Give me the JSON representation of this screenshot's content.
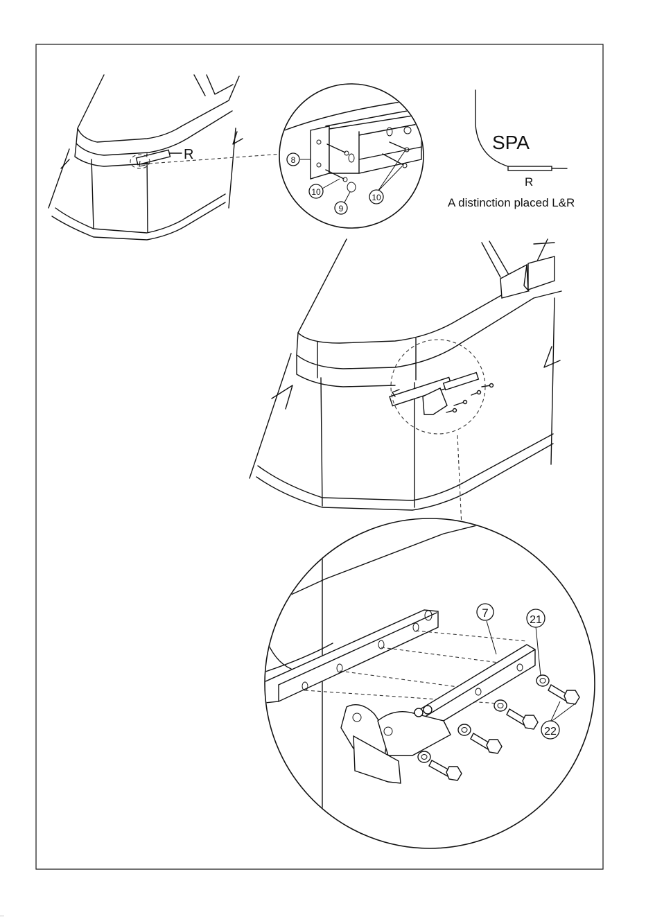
{
  "labels": {
    "r_top_left": "R",
    "spa_title": "SPA",
    "spa_r": "R",
    "distinction_note": "A distinction placed L&R"
  },
  "part_numbers": {
    "top_detail": [
      "8",
      "10",
      "9",
      "10"
    ],
    "bottom_detail": [
      "7",
      "21",
      "22"
    ]
  },
  "page_mark": "..."
}
